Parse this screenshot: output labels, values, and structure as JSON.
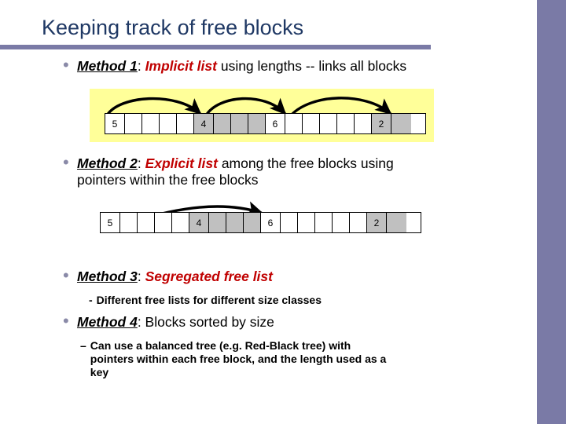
{
  "slide": {
    "title": "Keeping track of free blocks",
    "accent_color": "#7a7aa6",
    "title_color": "#1f3864",
    "highlight_color": "#ffff99",
    "red_color": "#c00000",
    "block_used_color": "#c0c0c0",
    "bullet_glyph": "•"
  },
  "bullets": [
    {
      "id": "method-1",
      "label": "Method 1",
      "colon": ":",
      "emphasis": "Implicit list",
      "rest": " using lengths -- links all blocks"
    },
    {
      "id": "method-2",
      "label": "Method 2",
      "colon": ":",
      "emphasis": "Explicit list",
      "rest": " among the free blocks using",
      "line2": "pointers within the free blocks"
    },
    {
      "id": "method-3",
      "label": "Method 3",
      "colon": ":",
      "emphasis": "Segregated free list",
      "rest": ""
    },
    {
      "id": "method-4",
      "label": "Method 4",
      "colon": ":",
      "emphasis": "",
      "rest": " Blocks sorted by size"
    }
  ],
  "sub_bullets": [
    {
      "id": "sub-method-3",
      "dash": "-",
      "lines": [
        "Different free lists for different size classes"
      ]
    },
    {
      "id": "sub-method-4",
      "dash": "–",
      "lines": [
        "Can use a balanced tree (e.g. Red-Black tree) with",
        "pointers within each free block, and the length used as a",
        "key"
      ]
    }
  ],
  "diagram_1": {
    "name": "implicit-list-diagram",
    "highlighted": true,
    "cell_count": 18,
    "blocks": [
      {
        "size_label": "5",
        "cells": 5,
        "free": true
      },
      {
        "size_label": "4",
        "cells": 4,
        "free": false
      },
      {
        "size_label": "6",
        "cells": 6,
        "free": true
      },
      {
        "size_label": "2",
        "cells": 2,
        "free": false
      }
    ],
    "arrows": 3,
    "arrow_style": "curved-arc"
  },
  "diagram_2": {
    "name": "explicit-list-diagram",
    "highlighted": false,
    "cell_count": 18,
    "blocks": [
      {
        "size_label": "5",
        "cells": 5,
        "free": true
      },
      {
        "size_label": "4",
        "cells": 4,
        "free": false
      },
      {
        "size_label": "6",
        "cells": 6,
        "free": true
      },
      {
        "size_label": "2",
        "cells": 2,
        "free": false
      }
    ],
    "arrows": 1,
    "arrow_style": "curved-arc"
  }
}
